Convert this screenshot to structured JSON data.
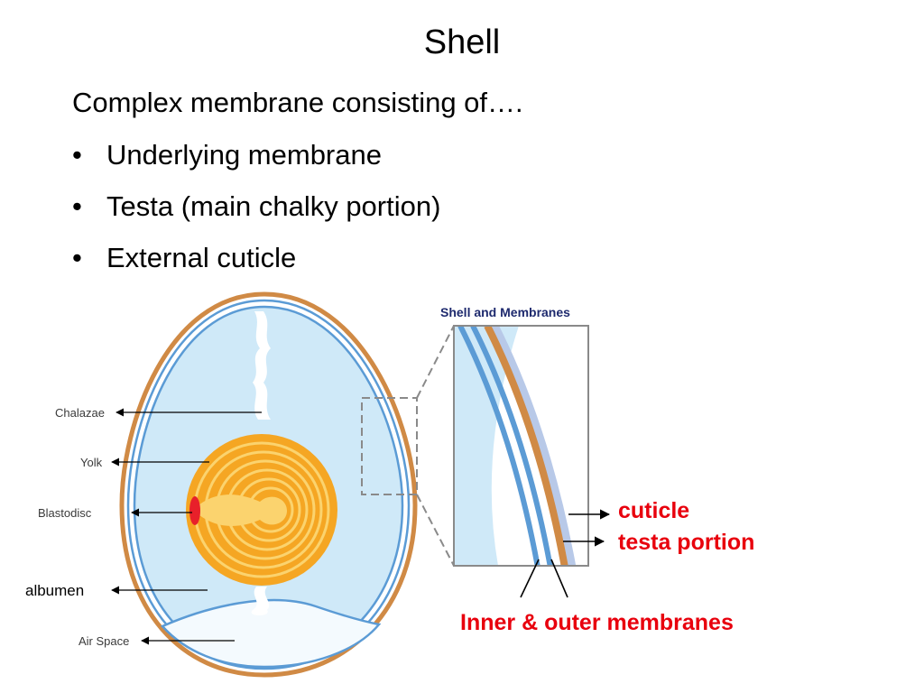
{
  "slide": {
    "title": "Shell",
    "intro": "Complex membrane consisting of….",
    "bullets": [
      "Underlying membrane",
      "Testa (main chalky portion)",
      "External cuticle"
    ],
    "bullet_glyph": "•"
  },
  "egg_diagram": {
    "labels": {
      "chalazae": "Chalazae",
      "yolk": "Yolk",
      "blastodisc": "Blastodisc",
      "albumen": "albumen",
      "air_space": "Air Space"
    }
  },
  "inset": {
    "title": "Shell and Membranes",
    "labels": {
      "cuticle": "cuticle",
      "testa": "testa portion",
      "membranes": "Inner & outer membranes"
    }
  },
  "colors": {
    "shell": "#d08a45",
    "membrane": "#5b9bd5",
    "albumen": "#cfe9f8",
    "yolk": "#f5a623",
    "yolk_light": "#fbd36e",
    "blastodisc": "#e8202a",
    "cuticle": "#b8c9e8",
    "annotation": "#e8000d"
  }
}
